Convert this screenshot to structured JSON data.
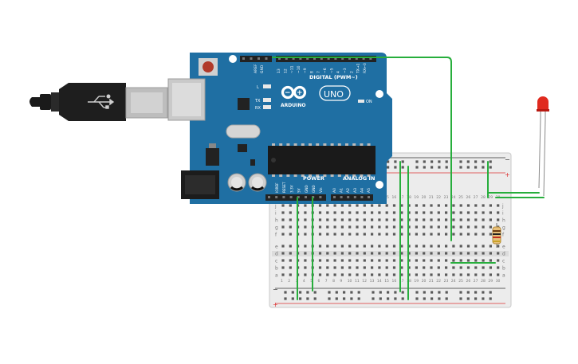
{
  "board": {
    "brand_label": "ARDUINO",
    "model_label": "UNO",
    "digital_header_label": "DIGITAL (PWM~)",
    "power_label": "POWER",
    "analog_label": "ANALOG IN",
    "on_label": "ON",
    "led_labels": [
      "L",
      "TX",
      "RX"
    ],
    "top_pin_labels": [
      "AREF",
      "GND",
      "13",
      "12",
      "~11",
      "~10",
      "~9",
      "8",
      "7",
      "~6",
      "~5",
      "4",
      "~3",
      "2",
      "TX→1",
      "RX←0"
    ],
    "power_pin_labels": [
      "IOREF",
      "RESET",
      "3.3V",
      "5V",
      "GND",
      "GND",
      "Vin"
    ],
    "analog_pin_labels": [
      "A0",
      "A1",
      "A2",
      "A3",
      "A4",
      "A5"
    ]
  },
  "breadboard": {
    "row_letters_top": [
      "j",
      "i",
      "h",
      "g",
      "f"
    ],
    "row_letters_bottom": [
      "e",
      "d",
      "c",
      "b",
      "a"
    ],
    "column_numbers": [
      "1",
      "2",
      "3",
      "4",
      "5",
      "6",
      "7",
      "8",
      "9",
      "10",
      "11",
      "12",
      "13",
      "14",
      "15",
      "16",
      "17",
      "18",
      "19",
      "20",
      "21",
      "22",
      "23",
      "24",
      "25",
      "26",
      "27",
      "28",
      "29",
      "30"
    ],
    "rail_minus": "−",
    "rail_plus": "+"
  },
  "components": {
    "usb_cable": "usb-cable",
    "led_color": "#e02a1e",
    "resistor_color": "#e7c07a"
  },
  "colors": {
    "board": "#1f6fa3",
    "wire": "#27ae3c",
    "breadboard": "#ececec",
    "rail_red": "#d33",
    "rail_blue": "#333"
  }
}
